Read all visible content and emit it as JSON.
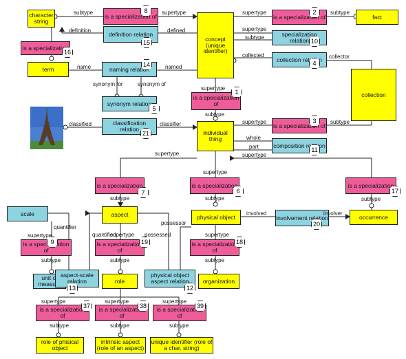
{
  "boxes": {
    "character_string": "character string",
    "term": "term",
    "concept": "concept (unique identifier)",
    "fact": "fact",
    "collection": "collection",
    "individual_thing": "individual thing",
    "scale": "scale",
    "aspect": "aspect",
    "physical_object": "physical object",
    "occurrence": "occurrence",
    "unit_of_measure": "unit of measure",
    "role": "role",
    "organization": "organization",
    "role_physical": "role of phisical object",
    "intrinsic_aspect": "intrinsic aspect (role of an aspect)",
    "unique_identifier": "unique identifier (role of a char. string)",
    "spec_8": "is a specialization of",
    "spec_2": "is a specialization of",
    "spec_16": "is a specialization",
    "spec_1": "is a specialization of",
    "spec_3": "is a specialization of",
    "spec_7": "is a specialization",
    "spec_6": "is a specialization",
    "spec_17": "is a specialization",
    "spec_9": "is a specialization of",
    "spec_19": "is a specialization of",
    "spec_18": "is a specialization of",
    "spec_37": "is a specialization of",
    "spec_38": "is a specialization of",
    "spec_39": "is a specialization of",
    "definition_relation": "definition relation",
    "naming_relation": "naming relation",
    "synonym_relation": "synonym relation",
    "classification_relation": "classification relation",
    "specialization_relation": "specialization relation",
    "collection_relation": "collection relation",
    "composition_relation": "composition relation",
    "involvement_relation": "involvement relation",
    "aspect_scale_relation": "aspect-scale relation",
    "physical_object_aspect_relation": "physical object aspect relation"
  },
  "numbers": {
    "n8": "8",
    "n2": "2",
    "n16": "16",
    "n15": "15",
    "n10": "10",
    "n14": "14",
    "n4": "4",
    "n5": "5",
    "n1": "1",
    "n21": "21",
    "n3": "3",
    "n11": "11",
    "n7": "7",
    "n6": "6",
    "n17": "17",
    "n9": "9",
    "n19": "19",
    "n18": "18",
    "n20": "20",
    "n13": "13",
    "n12": "12",
    "n37": "37",
    "n38": "38",
    "n39": "39"
  },
  "labels": {
    "subtype": "subtype",
    "supertype": "supertype",
    "definition": "definition",
    "defined": "defined",
    "name": "name",
    "named": "named",
    "collected": "collected",
    "collector": "collector",
    "synonym_for": "synonym for",
    "synonym_of": "synonym of",
    "classified": "classified",
    "classifier": "classifier",
    "whole": "whole",
    "part": "part",
    "quantifier": "quantifier",
    "quantified": "quantified",
    "possessed": "possessed",
    "possessor": "possessor",
    "involved": "involved",
    "involver": "involver"
  },
  "colors": {
    "yellow": "#ffff00",
    "pink": "#ee5d9a",
    "blue": "#8dd3e0"
  },
  "icons": [
    "eiffel-tower-photo"
  ]
}
